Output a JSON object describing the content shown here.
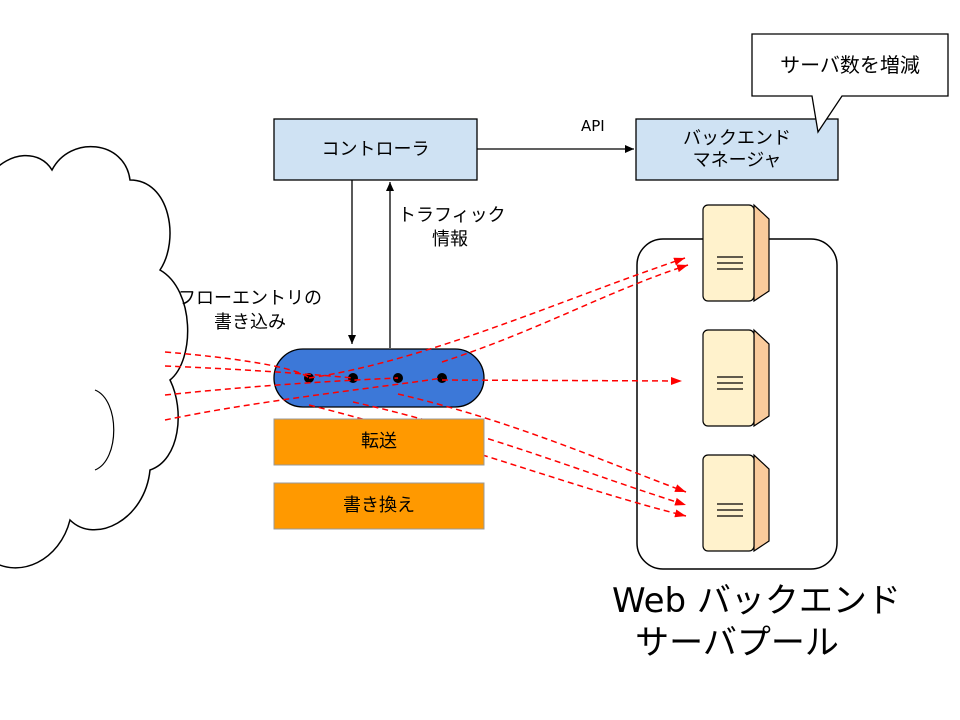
{
  "diagram": {
    "controller": {
      "label": "コントローラ"
    },
    "backend_manager": {
      "line1": "バックエンド",
      "line2": "マネージャ"
    },
    "callout": {
      "label": "サーバ数を増減"
    },
    "api_label": "API",
    "traffic_info": {
      "line1": "トラフィック",
      "line2": "情報"
    },
    "flow_entry": {
      "line1": "フローエントリの",
      "line2": "書き込み"
    },
    "switch_actions": [
      {
        "label": "転送"
      },
      {
        "label": "書き換え"
      }
    ],
    "server_pool": {
      "line1": "Web バックエンド",
      "line2": "サーバプール",
      "server_count": 3
    },
    "colors": {
      "box_fill": "#cfe2f3",
      "action_fill": "#ff9900",
      "switch_fill": "#3c78d8",
      "server_fill": "#fff2cc",
      "server_side": "#f9cb9c",
      "flow_line": "#ff0000"
    }
  }
}
